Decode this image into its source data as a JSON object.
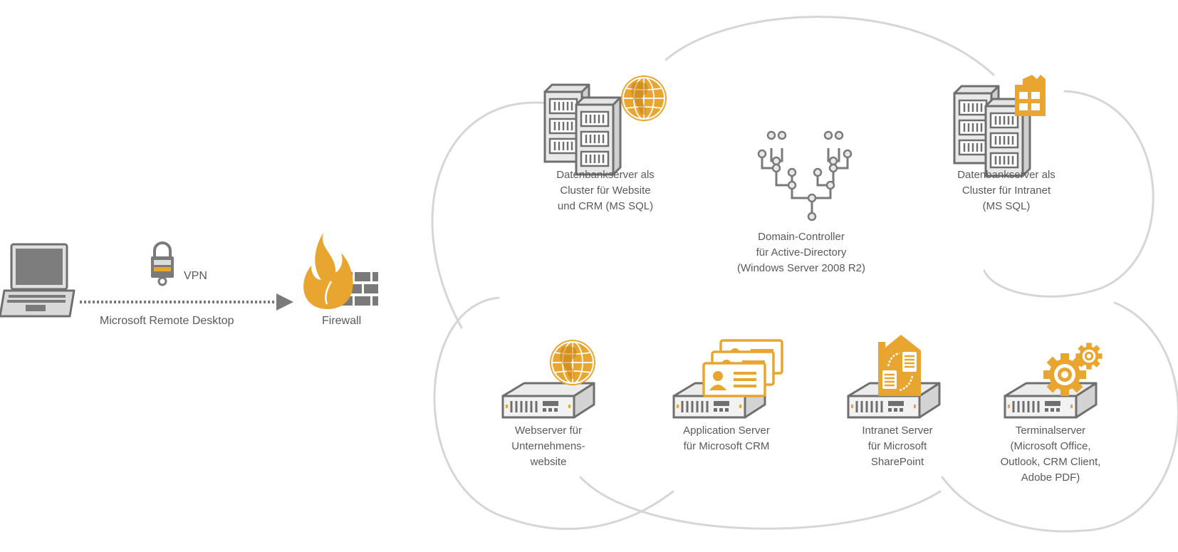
{
  "colors": {
    "accent": "#E8A530",
    "icon_gray": "#7a7a7a",
    "icon_light": "#d9d9d9",
    "cloud_stroke": "#d6d6d6",
    "text": "#5a5a5a"
  },
  "client": {
    "device_icon": "laptop-icon",
    "connection_label": "Microsoft Remote Desktop",
    "vpn_label": "VPN",
    "vpn_icon": "padlock-icon"
  },
  "firewall": {
    "label": "Firewall",
    "icon": "firewall-icon"
  },
  "cloud": {
    "servers": [
      {
        "id": "db-website",
        "icon": "server-cluster-globe-icon",
        "lines": [
          "Datenbankserver als",
          "Cluster für Website",
          "und CRM (MS SQL)"
        ]
      },
      {
        "id": "domain-controller",
        "icon": "hierarchy-tree-icon",
        "lines": [
          "Domain-Controller",
          "für Active-Directory",
          "(Windows Server 2008 R2)"
        ]
      },
      {
        "id": "db-intranet",
        "icon": "server-cluster-building-icon",
        "lines": [
          "Datenbankserver als",
          "Cluster für Intranet",
          "(MS SQL)"
        ]
      },
      {
        "id": "webserver",
        "icon": "server-globe-icon",
        "lines": [
          "Webserver für",
          "Unternehmens-",
          "website"
        ]
      },
      {
        "id": "app-server",
        "icon": "server-contact-cards-icon",
        "lines": [
          "Application Server",
          "für Microsoft CRM"
        ]
      },
      {
        "id": "intranet-server",
        "icon": "server-house-documents-icon",
        "lines": [
          "Intranet Server",
          "für Microsoft",
          "SharePoint"
        ]
      },
      {
        "id": "terminalserver",
        "icon": "server-gears-icon",
        "lines": [
          "Terminalserver",
          "(Microsoft Office,",
          "Outlook, CRM Client,",
          "Adobe PDF)"
        ]
      }
    ]
  }
}
